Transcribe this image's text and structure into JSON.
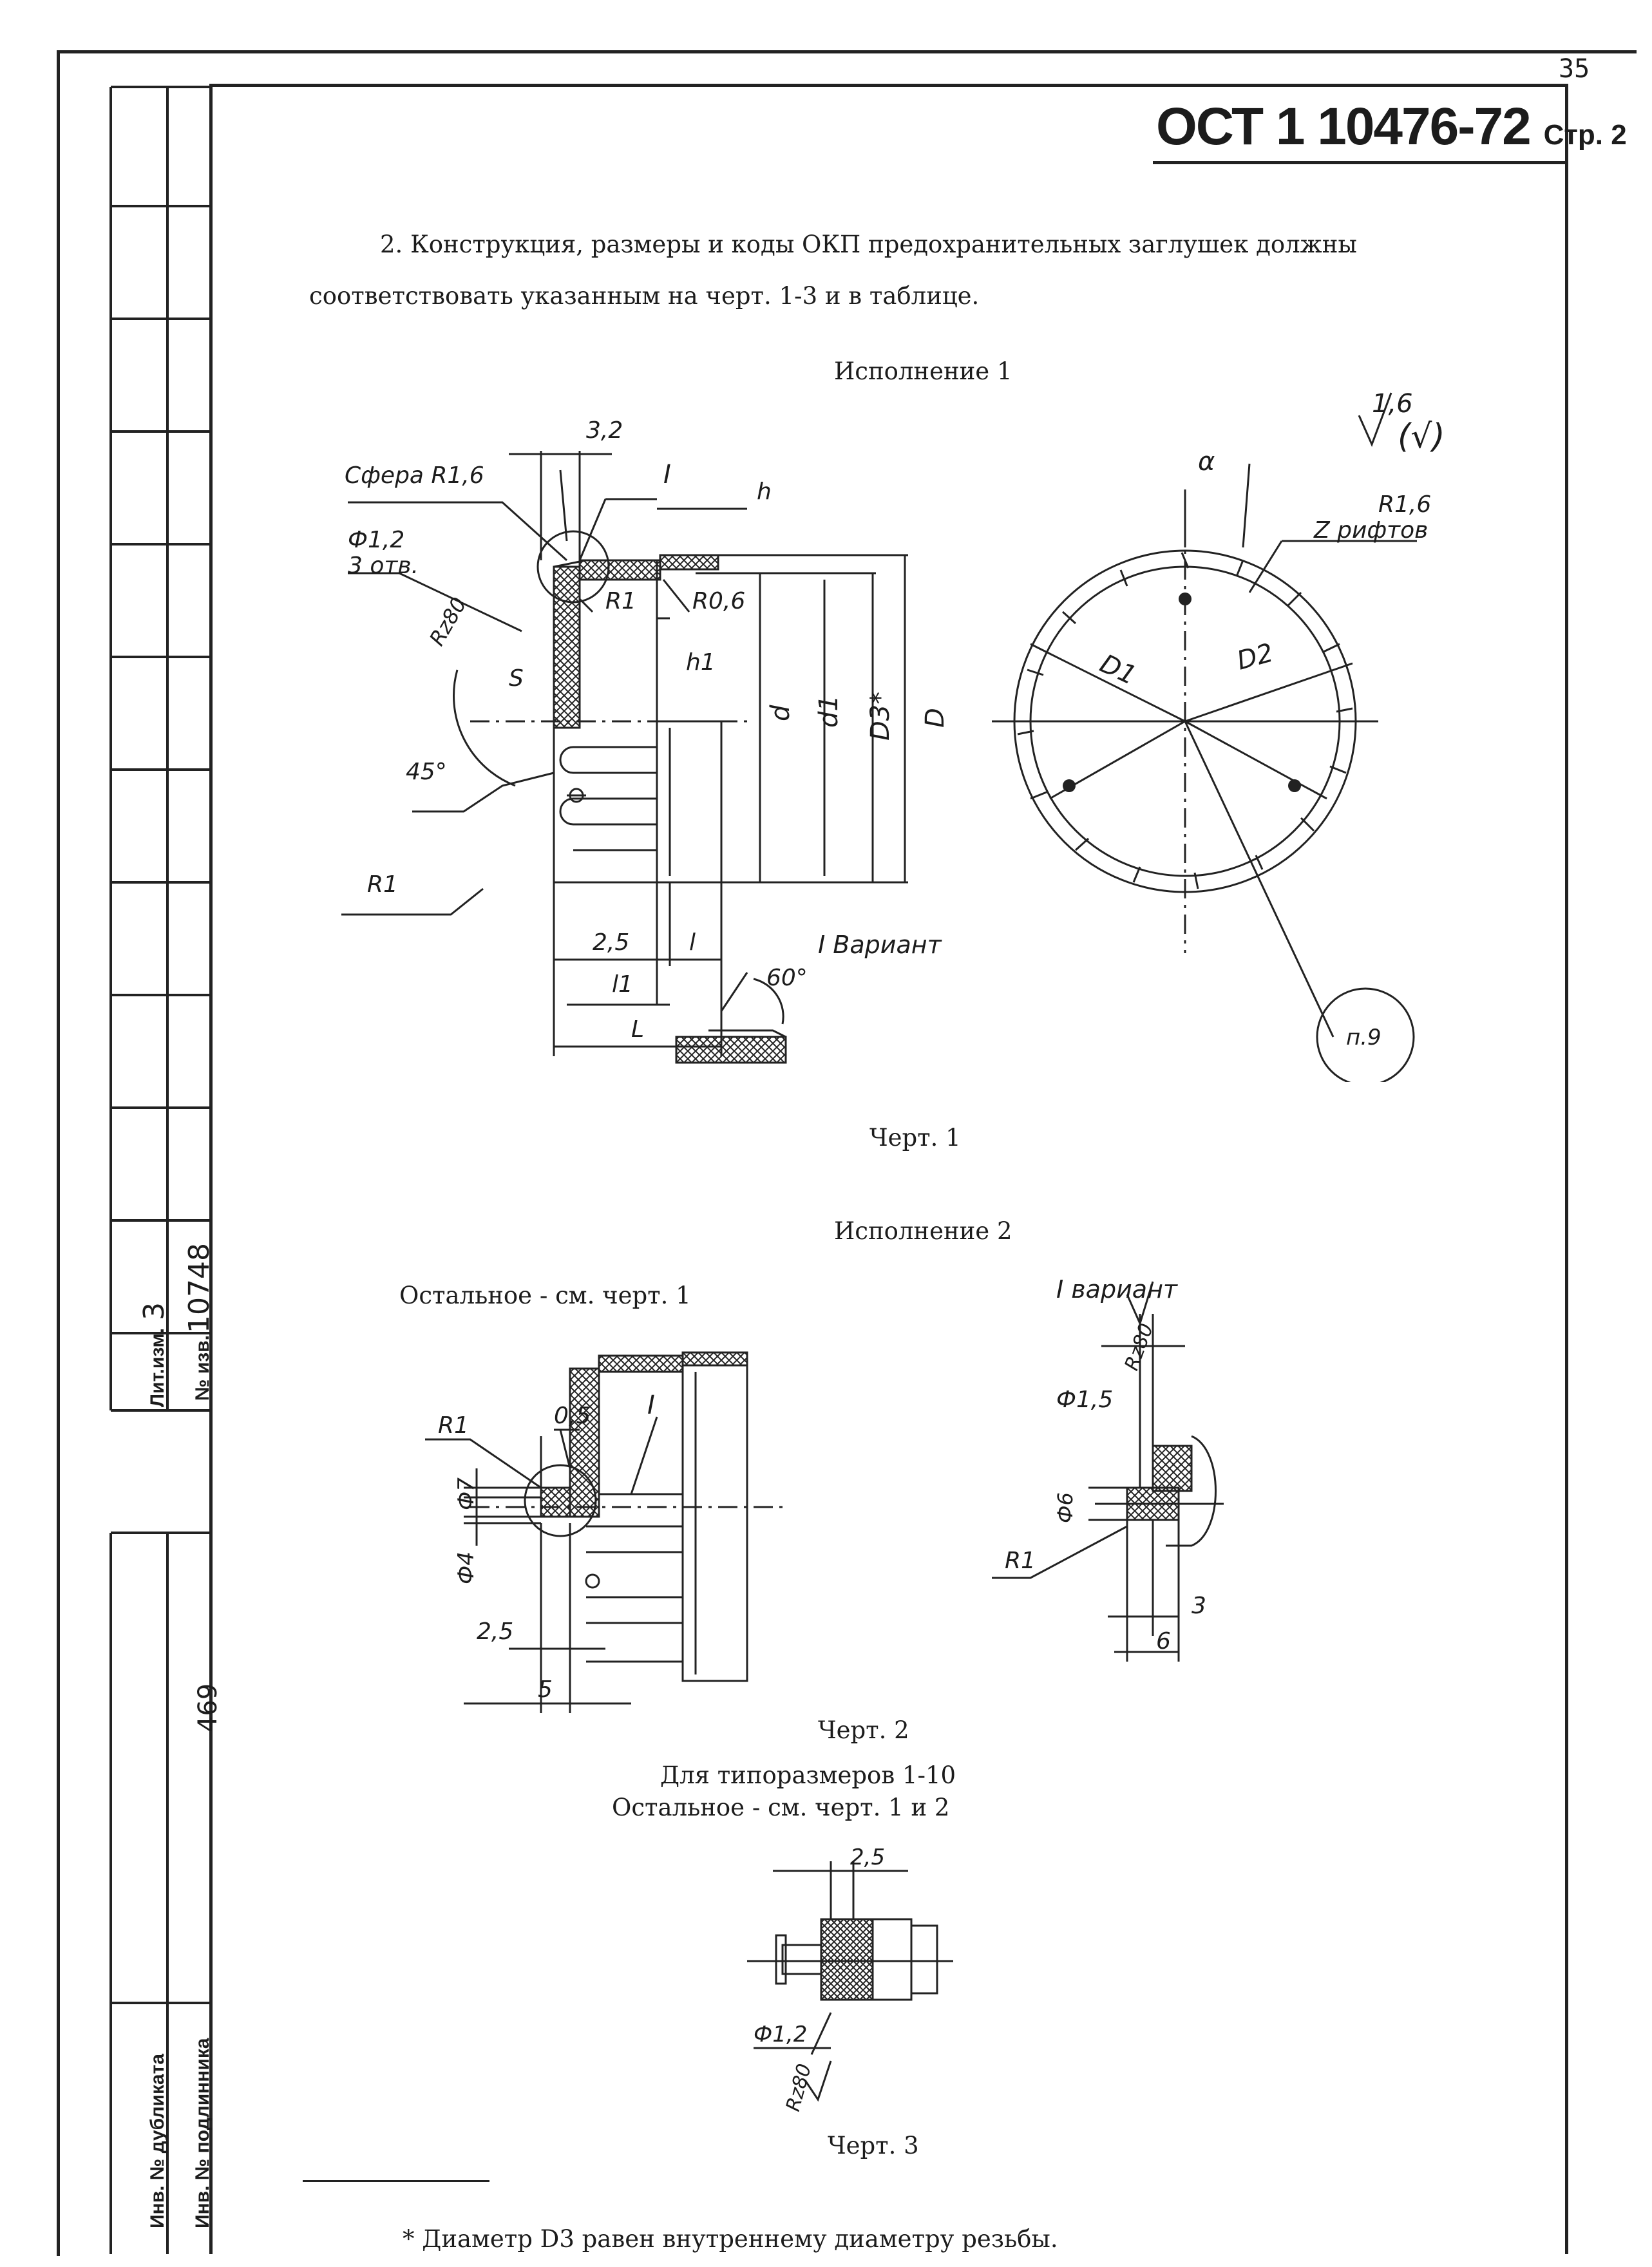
{
  "page_number": "35",
  "header": {
    "standard": "ОСТ 1 10476-72",
    "page_label": "Стр. 2"
  },
  "intro": {
    "line1": "2. Конструкция, размеры и коды ОКП предохранительных заглушек должны",
    "line2": "соответствовать указанным на черт. 1-3 и в таблице."
  },
  "execution1": {
    "title": "Исполнение 1",
    "caption": "Черт. 1",
    "labels": {
      "dim_3_2": "3,2",
      "sphere": "Сфера R1,6",
      "phi12": "Ф1,2",
      "three_holes": "3 отв.",
      "rz80": "Rz80",
      "s": "S",
      "angle45": "45°",
      "r1": "R1",
      "r1b": "R1",
      "r06": "R0,6",
      "h": "h",
      "h1": "h1",
      "d": "d",
      "d1": "d1",
      "d3": "D3*",
      "D": "D",
      "dim_2_5": "2,5",
      "l": "l",
      "l1": "l1",
      "L": "L",
      "ref_I": "I",
      "variant": "I Вариант",
      "angle60": "60°",
      "alpha": "α",
      "r16": "R1,6",
      "z_grooves": "Z рифтов",
      "D1": "D1",
      "D2": "D2",
      "note": "п.9",
      "roughness": "1,6",
      "roughness_paren": "(√)"
    }
  },
  "execution2": {
    "title": "Исполнение 2",
    "rest_note": "Остальное - см. черт. 1",
    "caption": "Черт. 2",
    "labels": {
      "r1": "R1",
      "dim_0_5": "0,5",
      "phi7": "Ф7",
      "phi4": "Ф4",
      "dim_2_5": "2,5",
      "dim_5": "5",
      "ref_I": "I",
      "variant": "I вариант",
      "rz80": "Rz80",
      "phi15": "Ф1,5",
      "phi6": "Ф6",
      "r1b": "R1",
      "dim_3": "3",
      "dim_6": "6"
    }
  },
  "execution3": {
    "note1": "Для типоразмеров 1-10",
    "note2": "Остальное - см. черт. 1 и 2",
    "caption": "Черт. 3",
    "labels": {
      "dim_2_5": "2,5",
      "phi12": "Ф1,2",
      "rz80": "Rz80"
    }
  },
  "footnote": "* Диаметр D3 равен внутреннему диаметру резьбы.",
  "stamp": {
    "lit_izm": "Лит.изм.",
    "no_izv": "№ изв.",
    "lit_value": "3",
    "izv_value": "10748",
    "inv_dup": "Инв. № дубликата",
    "inv_orig": "Инв. № подлинника",
    "inv_orig_value": "469"
  }
}
